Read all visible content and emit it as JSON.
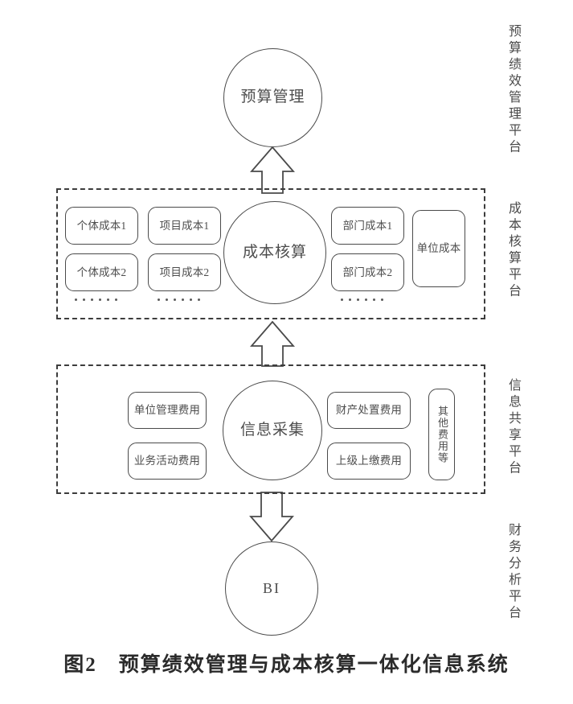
{
  "figure": {
    "caption": "图2　预算绩效管理与成本核算一体化信息系统",
    "caption_number": "图2",
    "caption_title": "预算绩效管理与成本核算一体化信息系统"
  },
  "nodes": {
    "budget_management": "预算管理",
    "cost_accounting": "成本核算",
    "information_collection": "信息采集",
    "bi": "BI"
  },
  "platforms": [
    {
      "key": "budget_performance",
      "label": "预算绩效管理平台"
    },
    {
      "key": "cost_accounting",
      "label": "成本核算平台"
    },
    {
      "key": "information_sharing",
      "label": "信息共享平台"
    },
    {
      "key": "financial_analysis",
      "label": "财务分析平台"
    }
  ],
  "cost_platform": {
    "left_items": [
      {
        "key": "individual_cost_1",
        "label": "个体成本1"
      },
      {
        "key": "individual_cost_2",
        "label": "个体成本2"
      },
      {
        "key": "project_cost_1",
        "label": "项目成本1"
      },
      {
        "key": "project_cost_2",
        "label": "项目成本2"
      }
    ],
    "right_items": [
      {
        "key": "dept_cost_1",
        "label": "部门成本1"
      },
      {
        "key": "dept_cost_2",
        "label": "部门成本2"
      },
      {
        "key": "unit_cost",
        "label": "单位成本"
      }
    ],
    "ellipsis": "......"
  },
  "info_platform": {
    "left_items": [
      {
        "key": "unit_admin_fee",
        "label": "单位管理费用"
      },
      {
        "key": "business_activity_fee",
        "label": "业务活动费用"
      }
    ],
    "right_items": [
      {
        "key": "asset_disposal_fee",
        "label": "财产处置费用"
      },
      {
        "key": "upper_remittance_fee",
        "label": "上级上缴费用"
      },
      {
        "key": "other_fee",
        "label": "其他费用等"
      }
    ]
  },
  "connectors": [
    {
      "key": "info_to_cost",
      "direction": "up"
    },
    {
      "key": "cost_to_budget",
      "direction": "up"
    },
    {
      "key": "info_to_bi",
      "direction": "down"
    }
  ],
  "colors": {
    "stroke": "#4a4a4a",
    "dashed_stroke": "#3d3d3d",
    "text": "#4d4d4d",
    "caption_text": "#2b2b2b",
    "background": "#ffffff"
  }
}
